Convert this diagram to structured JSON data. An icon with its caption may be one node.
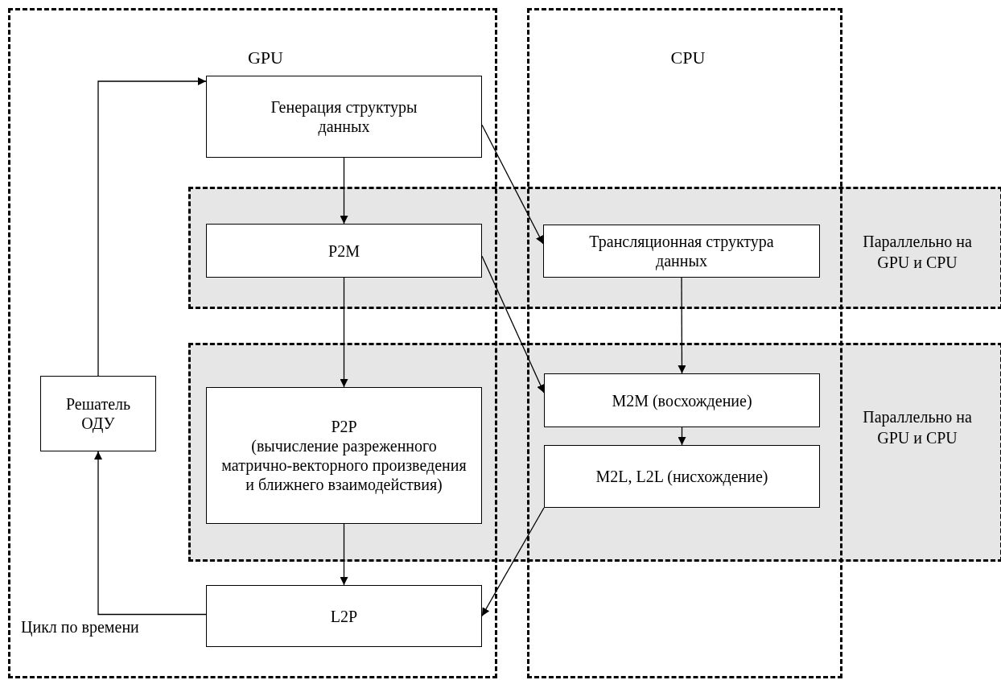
{
  "diagram": {
    "nodes": [
      {
        "text": [
          "Генерация структуры данных"
        ]
      },
      {
        "text": [
          "P2M"
        ]
      },
      {
        "text": [
          "Трансляционная структура данных"
        ]
      },
      {
        "text": [
          "P2P",
          "(вычисление разреженного матрично-векторного произведения и ближнего взаимодействия)"
        ]
      },
      {
        "text": [
          "M2M (восхождение)"
        ]
      },
      {
        "text": [
          "M2L, L2L (нисхождение)"
        ]
      },
      {
        "text": [
          "L2P"
        ]
      },
      {
        "text": [
          "Решатель ОДУ"
        ]
      }
    ],
    "edges": [
      {
        "from": 0,
        "to": 1,
        "arrow": "to"
      },
      {
        "from": 0,
        "to": 2,
        "arrow": "to"
      },
      {
        "from": 1,
        "to": 3,
        "arrow": "to"
      },
      {
        "from": 1,
        "to": 4,
        "arrow": "to"
      },
      {
        "from": 2,
        "to": 4,
        "arrow": "to"
      },
      {
        "from": 4,
        "to": 5,
        "arrow": "to"
      },
      {
        "from": 3,
        "to": 6,
        "arrow": "to"
      },
      {
        "from": 5,
        "to": 6,
        "arrow": "to"
      },
      {
        "from": 6,
        "to": 7,
        "arrow": "to",
        "label": "Цикл по времени"
      },
      {
        "from": 7,
        "to": 0,
        "arrow": "to"
      }
    ],
    "labels": [
      "GPU",
      "CPU",
      "Параллельно на GPU и CPU",
      "Параллельно на GPU и CPU"
    ]
  }
}
